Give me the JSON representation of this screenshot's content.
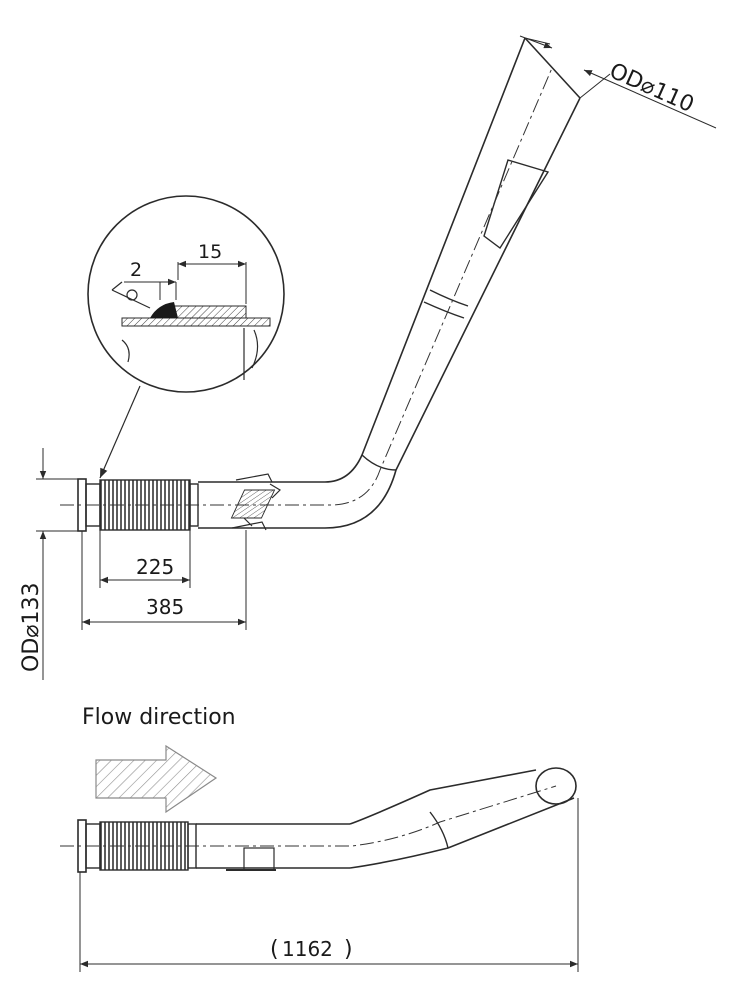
{
  "dimensions": {
    "od_outlet": "OD⌀110",
    "od_inlet": "OD⌀133",
    "flex_length": "225",
    "flange_length": "385",
    "detail_weld": "2",
    "detail_overlap": "15",
    "overall_length": "1162"
  },
  "flow_label": "Flow direction",
  "colors": {
    "line": "#2b2b2b",
    "arrow_hatch": "#9a9a9a",
    "hatch_fill": "#555555"
  }
}
